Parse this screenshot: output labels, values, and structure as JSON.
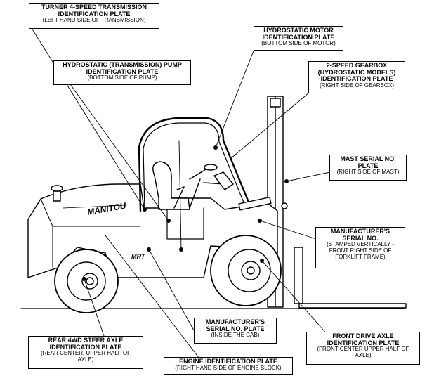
{
  "brand": {
    "name": "MANITOU",
    "model_badge": "MRT"
  },
  "labels": {
    "turner": {
      "title_1": "TURNER 4-SPEED TRANSMISSION",
      "title_2": "IDENTIFICATION PLATE",
      "sub_1": "(LEFT HAND SIDE OF TRANSMISSION)"
    },
    "hydro_motor": {
      "title_1": "HYDROSTATIC MOTOR",
      "title_2": "IDENTIFICATION PLATE",
      "sub_1": "(BOTTOM SIDE OF MOTOR)"
    },
    "hydro_pump": {
      "title_1": "HYDROSTATIC (TRANSMISSION) PUMP",
      "title_2": "IDENTIFICATION PLATE",
      "sub_1": "(BOTTOM SIDE OF PUMP)"
    },
    "gearbox": {
      "title_1": "2-SPEED GEARBOX",
      "title_2": "(HYDROSTATIC MODELS)",
      "title_3": "IDENTIFICATION PLATE",
      "sub_1": "(RIGHT SIDE OF GEARBOX)"
    },
    "mast": {
      "title_1": "MAST SERIAL NO.",
      "title_2": "PLATE",
      "sub_1": "(RIGHT SIDE OF MAST)"
    },
    "mfr_frame": {
      "title_1": "MANUFACTURER'S",
      "title_2": "SERIAL NO.",
      "sub_1": "(STAMPED VERTICALLY -",
      "sub_2": "FRONT RIGHT SIDE OF",
      "sub_3": "FORKLIFT FRAME)"
    },
    "mfr_cab": {
      "title_1": "MANUFACTURER'S",
      "title_2": "SERIAL NO. PLATE",
      "sub_1": "(INSIDE THE CAB)"
    },
    "rear_axle": {
      "title_1": "REAR 4WD STEER AXLE",
      "title_2": "IDENTIFICATION PLATE",
      "sub_1": "(REAR CENTER, UPPER HALF OF",
      "sub_2": "AXLE)"
    },
    "front_axle": {
      "title_1": "FRONT DRIVE AXLE",
      "title_2": "IDENTIFICATION PLATE",
      "sub_1": "(FRONT CENTER UPPER HALF OF",
      "sub_2": "AXLE)"
    },
    "engine": {
      "title_1": "ENGINE IDENTIFICATION PLATE",
      "sub_1": "(RIGHT HAND SIDE OF ENGINE BLOCK)"
    }
  }
}
